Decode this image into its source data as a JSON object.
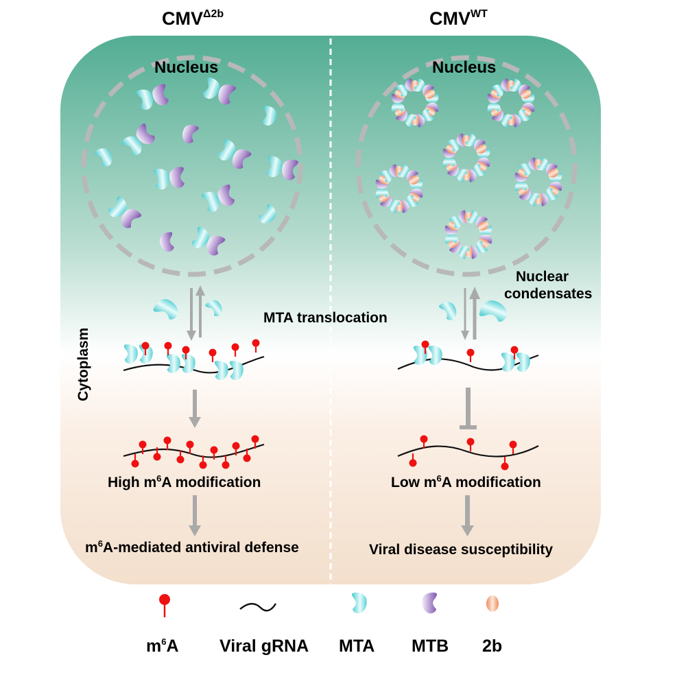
{
  "left_panel": {
    "title_main": "CMV",
    "title_sup": "Δ2b",
    "nucleus": "Nucleus",
    "high_m6a_pre": "High m",
    "high_m6a_sup": "6",
    "high_m6a_post": "A modification",
    "outcome_pre": "m",
    "outcome_sup": "6",
    "outcome_post": "A-mediated antiviral defense"
  },
  "right_panel": {
    "title_main": "CMV",
    "title_sup": "WT",
    "nucleus": "Nucleus",
    "condensates_line1": "Nuclear",
    "condensates_line2": "condensates",
    "low_m6a_pre": "Low m",
    "low_m6a_sup": "6",
    "low_m6a_post": "A modification",
    "outcome": "Viral disease susceptibility"
  },
  "center": {
    "translocation": "MTA translocation",
    "cytoplasm": "Cytoplasm"
  },
  "legend": {
    "m6a_pre": "m",
    "m6a_sup": "6",
    "m6a_post": "A",
    "viral_grna": "Viral gRNA",
    "mta": "MTA",
    "mtb": "MTB",
    "twob": "2b"
  },
  "colors": {
    "bg_top": "#52ad93",
    "bg_mid": "#ffffff",
    "bg_bottom": "#f3dfcc",
    "m6a_red": "#ee1111",
    "arrow_gray": "#a9a9a9",
    "mta_cyan": "#58cfd3",
    "mtb_purple": "#8f66b6",
    "twob_orange": "#f2a079"
  }
}
